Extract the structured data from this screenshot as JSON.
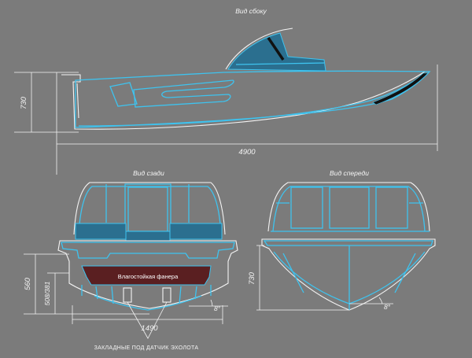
{
  "views": {
    "side": {
      "title": "Вид сбоку"
    },
    "rear": {
      "title": "Вид сзади"
    },
    "front": {
      "title": "Вид спереди"
    }
  },
  "dimensions": {
    "side_height": "730",
    "length": "4900",
    "rear_height": "560",
    "rear_height_alt": "508/381",
    "rear_width": "1490",
    "rear_angle": "8°",
    "front_height": "730",
    "front_angle": "8°"
  },
  "panel_label": "Влагостойкая фанера",
  "sensor_note": "ЗАКЛАДНЫЕ ПОД ДАТЧИК ЭХОЛОТА",
  "colors": {
    "background": "#7b7b7b",
    "hull_outline": "#3ec3ef",
    "glass": "#2b6f8f",
    "plywood_panel": "#5a1f21",
    "lines": "#f2f2f2"
  }
}
